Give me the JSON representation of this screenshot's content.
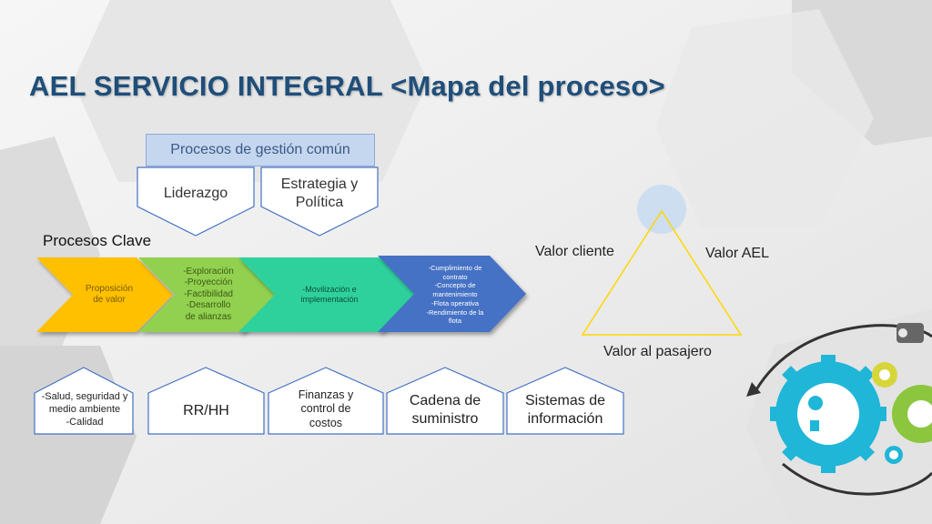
{
  "title": "AEL SERVICIO INTEGRAL <Mapa del proceso>",
  "management": {
    "header": "Procesos de gestión común",
    "items": [
      "Liderazgo",
      "Estrategia y\nPolítica"
    ]
  },
  "key_processes": {
    "label": "Procesos Clave",
    "steps": [
      {
        "text": "Proposición\nde valor",
        "color": "#ffc000"
      },
      {
        "text": "-Exploración\n-Proyección\n-Factibilidad\n-Desarrollo\nde alianzas",
        "color": "#92d050"
      },
      {
        "text": "-Movilización e\nimplementación",
        "color": "#2fd19c"
      },
      {
        "text": "-Cumplimiento de\ncontrato\n-Concepto de\nmantenimiento\n-Flota operativa\n-Rendimiento de la\nflota",
        "color": "#4472c4"
      }
    ]
  },
  "support": {
    "items": [
      "-Salud, seguridad y\nmedio ambiente\n-Calidad",
      "RR/HH",
      "Finanzas y\ncontrol de\ncostos",
      "Cadena de\nsuministro",
      "Sistemas de\ninformación"
    ]
  },
  "value_triangle": {
    "left": "Valor cliente",
    "right": "Valor AEL",
    "bottom": "Valor al pasajero",
    "stroke_color": "#ffd700"
  },
  "colors": {
    "title": "#1f4e79",
    "shape_border": "#4472c4",
    "header_fill": "#c5d6ef"
  },
  "decoration": {
    "icon": "gears-illustration-icon"
  }
}
